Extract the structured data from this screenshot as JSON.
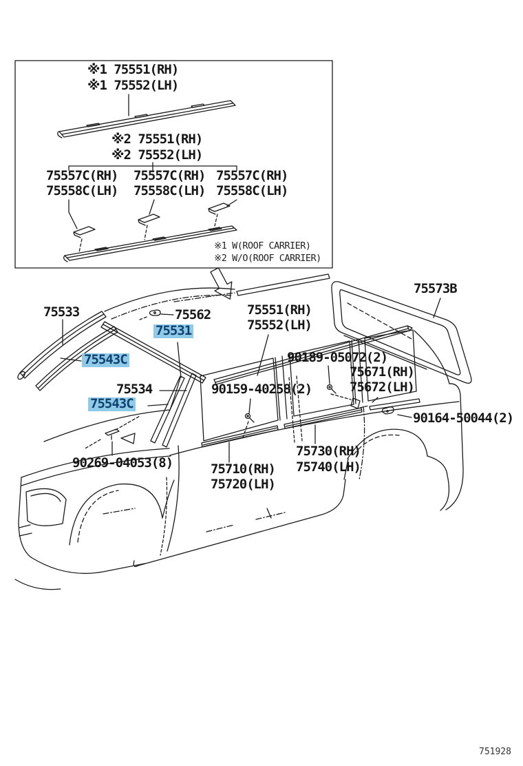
{
  "style": {
    "background": "#ffffff",
    "line_color": "#1a1a1a",
    "highlight_bg": "#8FCBE9",
    "highlight_text": "#12406E"
  },
  "inset": {
    "with_carrier": {
      "rh": "※1 75551(RH)",
      "lh": "※1 75552(LH)"
    },
    "without_carrier": {
      "rh": "※2 75551(RH)",
      "lh": "※2 75552(LH)"
    },
    "clips": [
      {
        "rh": "75557C(RH)",
        "lh": "75558C(LH)"
      },
      {
        "rh": "75557C(RH)",
        "lh": "75558C(LH)"
      },
      {
        "rh": "75557C(RH)",
        "lh": "75558C(LH)"
      }
    ],
    "notes": {
      "note1": "※1 W(ROOF CARRIER)",
      "note2": "※2 W/O(ROOF CARRIER)"
    }
  },
  "main": {
    "windshield_moulding": "75533",
    "clip_75562": "75562",
    "front_roof_moulding_highlighted": "75531",
    "windshield_side_moulding_upper_highlighted": "75543C",
    "windshield_side_moulding_lower_highlighted": "75543C",
    "roof_drip_moulding_rh": "75551(RH)",
    "roof_drip_moulding_lh": "75552(LH)",
    "quarter_window_weatherstrip": "75573B",
    "clip_90189": "90189-05072(2)",
    "quarter_belt_moulding_rh": "75671(RH)",
    "quarter_belt_moulding_lh": "75672(LH)",
    "front_door_frame_moulding": "75534",
    "screw_90159": "90159-40258(2)",
    "clip_90164": "90164-50044(2)",
    "clip_90269": "90269-04053(8)",
    "front_door_belt_moulding_rh": "75710(RH)",
    "front_door_belt_moulding_lh": "75720(LH)",
    "rear_door_belt_moulding_rh": "75730(RH)",
    "rear_door_belt_moulding_lh": "75740(LH)"
  },
  "footer": {
    "figure_code": "751928"
  }
}
